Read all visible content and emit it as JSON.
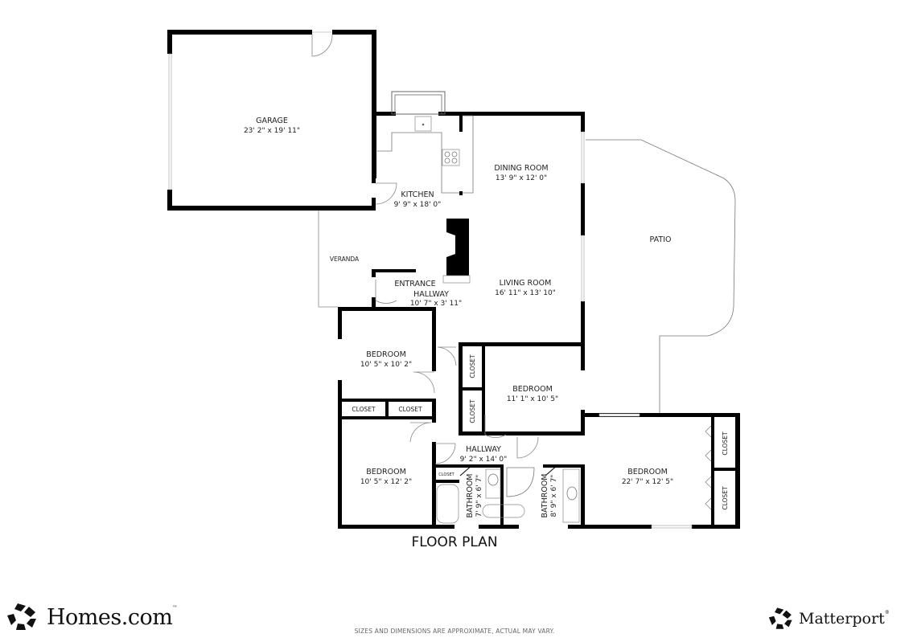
{
  "title": "FLOOR PLAN",
  "disclaimer": "SIZES AND DIMENSIONS ARE APPROXIMATE, ACTUAL MAY VARY.",
  "rooms": {
    "garage": {
      "name": "GARAGE",
      "dims": "23' 2\" x 19' 11\""
    },
    "kitchen": {
      "name": "KITCHEN",
      "dims": "9' 9\" x 18' 0\""
    },
    "dining_room": {
      "name": "DINING ROOM",
      "dims": "13' 9\" x 12' 0\""
    },
    "living_room": {
      "name": "LIVING ROOM",
      "dims": "16' 11\" x 13' 10\""
    },
    "patio": {
      "name": "PATIO"
    },
    "veranda": {
      "name": "VERANDA"
    },
    "entrance_hallway": {
      "name_line1": "ENTRANCE",
      "name_line2": "HALLWAY",
      "dims": "10' 7\" x 3' 11\""
    },
    "bedroom_1": {
      "name": "BEDROOM",
      "dims": "10' 5\" x 10' 2\""
    },
    "bedroom_2": {
      "name": "BEDROOM",
      "dims": "11' 1\" x 10' 5\""
    },
    "bedroom_3": {
      "name": "BEDROOM",
      "dims": "10' 5\" x 12' 2\""
    },
    "bedroom_4": {
      "name": "BEDROOM",
      "dims": "22' 7\" x 12' 5\""
    },
    "hallway": {
      "name": "HALLWAY",
      "dims": "9' 2\" x 14' 0\""
    },
    "bathroom_1": {
      "name": "BATHROOM",
      "dims": "7' 9\" x 6' 7\""
    },
    "bathroom_2": {
      "name": "BATHROOM",
      "dims": "8' 9\" x 6' 7\""
    },
    "closet_label": "CLOSET"
  },
  "logos": {
    "homes": {
      "text": "Homes.com",
      "tm": "™"
    },
    "matterport": {
      "text": "Matterport",
      "tm": "®"
    }
  }
}
